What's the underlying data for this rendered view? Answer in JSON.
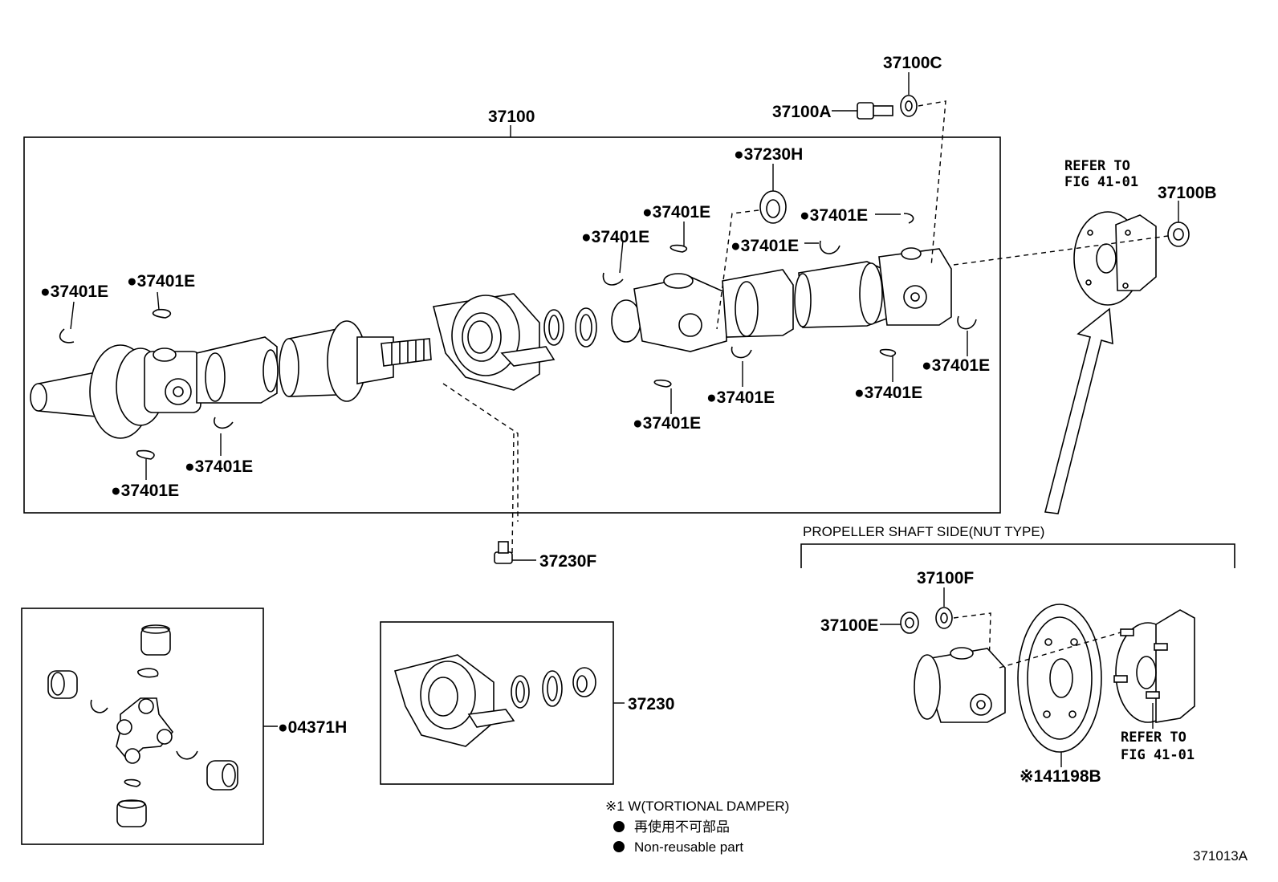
{
  "diagram_id": "371013A",
  "assembly_label": "37100",
  "labels": {
    "p37100C": "37100C",
    "p37100A": "37100A",
    "p37230H": "●37230H",
    "p37100B": "37100B",
    "refer_top_line1": "REFER TO",
    "refer_top_line2": "FIG 41-01",
    "snap_ring": "●37401E",
    "p37230F": "37230F",
    "p04371H": "●04371H",
    "p37230": "37230",
    "p37100F": "37100F",
    "p37100E": "37100E",
    "p41198B": "※141198B",
    "refer_bottom_line1": "REFER TO",
    "refer_bottom_line2": "FIG 41-01"
  },
  "inset_title": "PROPELLER SHAFT SIDE(NUT TYPE)",
  "legend": {
    "note": "※1 W(TORTIONAL DAMPER)",
    "jp": "再使用不可部品",
    "en": "Non-reusable part"
  }
}
